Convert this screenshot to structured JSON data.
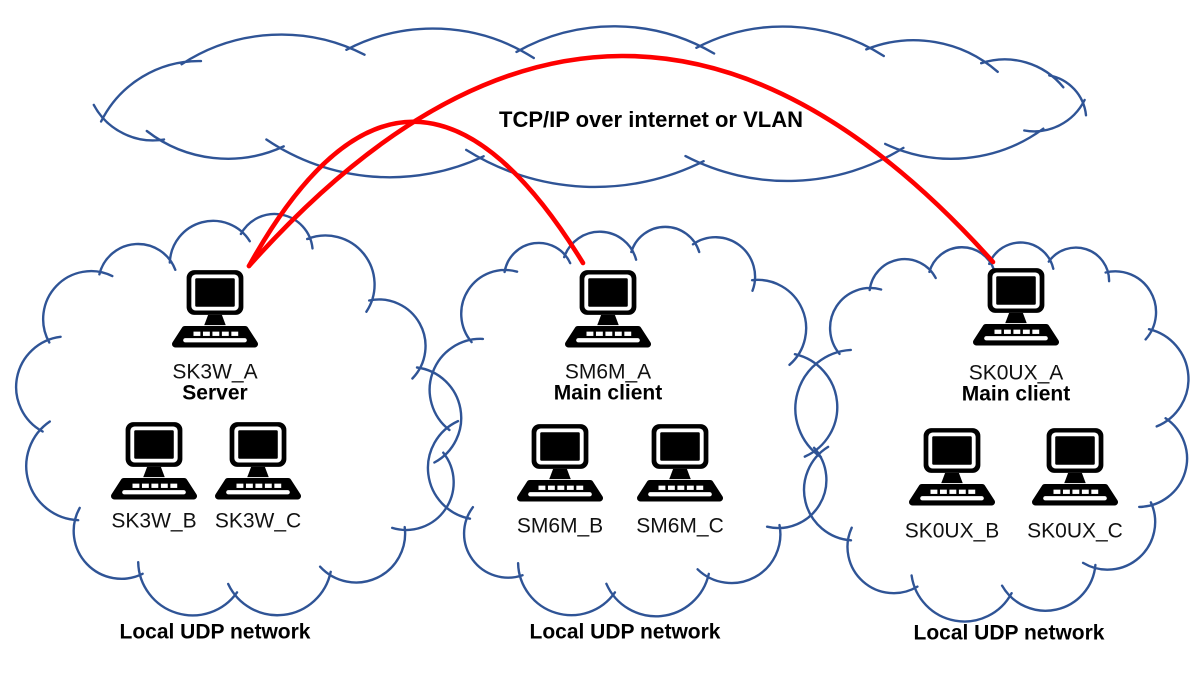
{
  "diagram": {
    "backbone_label": "TCP/IP over internet or VLAN",
    "networks": [
      {
        "position": "left",
        "network_label": "Local UDP network",
        "nodes": [
          {
            "callsign": "SK3W_A",
            "role": "Server"
          },
          {
            "callsign": "SK3W_B"
          },
          {
            "callsign": "SK3W_C"
          }
        ]
      },
      {
        "position": "middle",
        "network_label": "Local UDP network",
        "nodes": [
          {
            "callsign": "SM6M_A",
            "role": "Main client"
          },
          {
            "callsign": "SM6M_B"
          },
          {
            "callsign": "SM6M_C"
          }
        ]
      },
      {
        "position": "right",
        "network_label": "Local UDP network",
        "nodes": [
          {
            "callsign": "SK0UX_A",
            "role": "Main client"
          },
          {
            "callsign": "SK0UX_B"
          },
          {
            "callsign": "SK0UX_C"
          }
        ]
      }
    ],
    "connections": [
      {
        "from": "SK3W_A",
        "to": "SM6M_A"
      },
      {
        "from": "SK3W_A",
        "to": "SK0UX_A"
      }
    ],
    "colors": {
      "cloud_outline": "#2F5496",
      "connection_line": "#FE0000",
      "computer_icon": "#000000",
      "label_text": "#111111"
    }
  }
}
